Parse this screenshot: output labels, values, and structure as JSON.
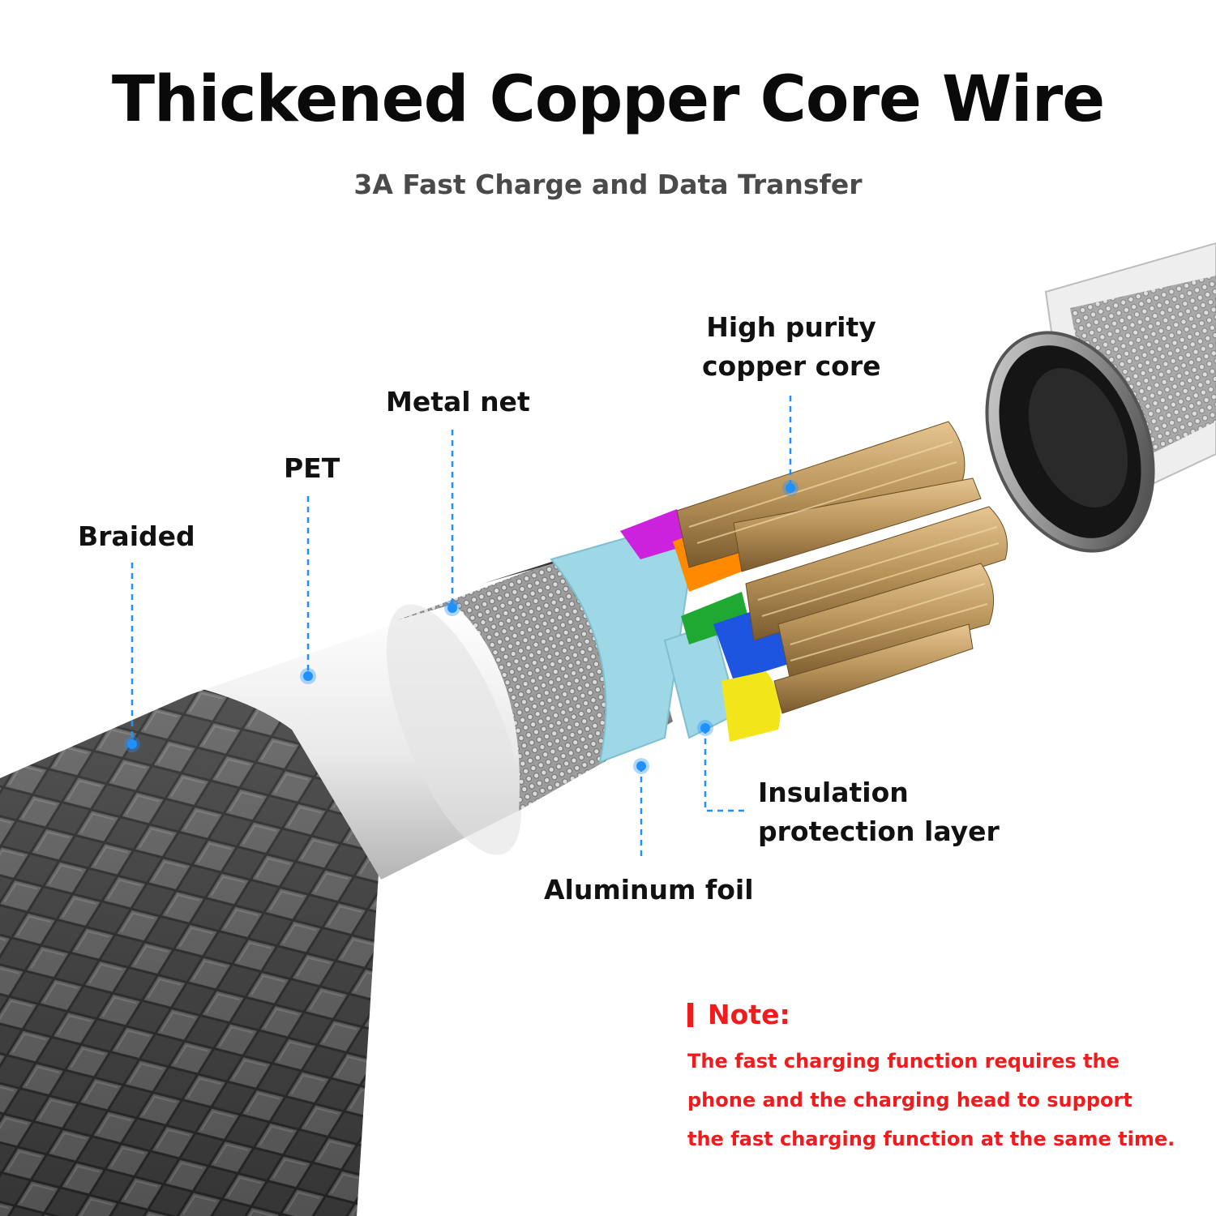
{
  "header": {
    "title": "Thickened Copper Core Wire",
    "subtitle": "3A Fast Charge and Data Transfer"
  },
  "labels": {
    "high_purity_line1": "High purity",
    "high_purity_line2": "copper core",
    "metal_net": "Metal net",
    "pet": "PET",
    "braided": "Braided",
    "insulation_line1": "Insulation",
    "insulation_line2": "protection layer",
    "aluminum_foil": "Aluminum foil"
  },
  "note": {
    "heading": "Note:",
    "lines": [
      "The fast charging function requires the",
      "phone and the charging head to support",
      "the fast charging function at the same time."
    ]
  },
  "colors": {
    "accent_blue": "#1e90ff",
    "note_red": "#ee1c1c",
    "copper": "#b8935a",
    "insulation": "#9ed8e6"
  }
}
